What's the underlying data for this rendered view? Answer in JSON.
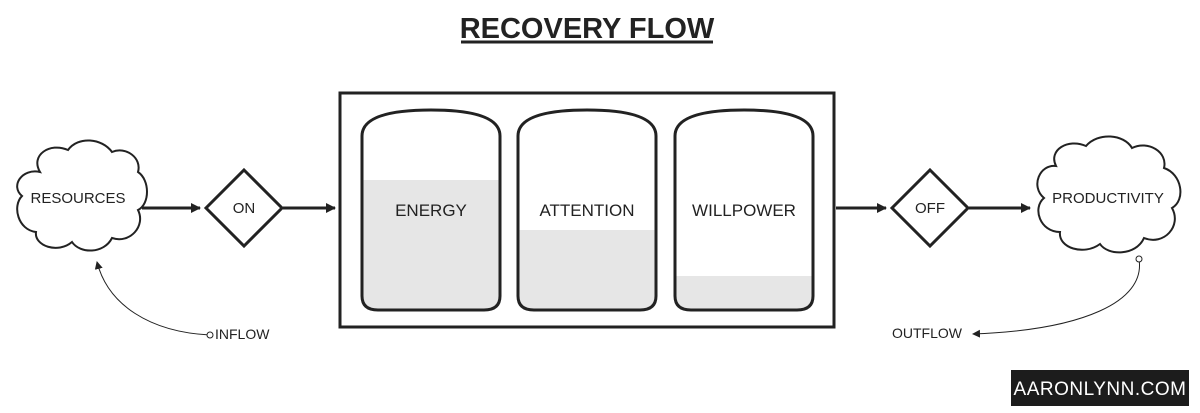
{
  "title": "RECOVERY FLOW",
  "source_node": {
    "label": "RESOURCES"
  },
  "inflow_valve": {
    "label": "ON"
  },
  "stocks": [
    {
      "label": "ENERGY",
      "level": 0.65
    },
    {
      "label": "ATTENTION",
      "level": 0.4
    },
    {
      "label": "WILLPOWER",
      "level": 0.17
    }
  ],
  "outflow_valve": {
    "label": "OFF"
  },
  "sink_node": {
    "label": "PRODUCTIVITY"
  },
  "inflow_label": "INFLOW",
  "outflow_label": "OUTFLOW",
  "watermark": "AARONLYNN.COM",
  "colors": {
    "stroke": "#222222",
    "fill_level": "#e6e6e6",
    "watermark_bg": "#1c1c1c",
    "watermark_text": "#ffffff"
  }
}
